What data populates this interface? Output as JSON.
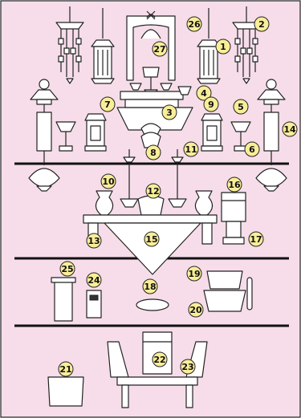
{
  "colors": {
    "background": "#f6dde9",
    "border": "#222222",
    "label_fill": "#f9ee98",
    "tier_line": "#111111"
  },
  "labels": [
    "1",
    "2",
    "3",
    "4",
    "5",
    "6",
    "7",
    "8",
    "9",
    "10",
    "11",
    "12",
    "13",
    "14",
    "15",
    "16",
    "17",
    "18",
    "19",
    "20",
    "21",
    "22",
    "23",
    "24",
    "25",
    "26",
    "27"
  ],
  "items": [
    {
      "id": "hanging-lantern",
      "icon": "hanging-lantern-icon"
    },
    {
      "id": "hanging-ornament",
      "icon": "hanging-ornament-icon"
    },
    {
      "id": "gold-altar-table",
      "icon": "altar-table-icon"
    },
    {
      "id": "rice-offering-cup",
      "icon": "rice-cup-icon"
    },
    {
      "id": "offering-cup-right",
      "icon": "offering-cup-icon"
    },
    {
      "id": "small-stand",
      "icon": "small-stand-icon"
    },
    {
      "id": "tea-cup",
      "icon": "tea-cup-icon"
    },
    {
      "id": "incense-burner-small",
      "icon": "incense-burner-icon"
    },
    {
      "id": "lantern-box",
      "icon": "lantern-box-icon"
    },
    {
      "id": "flower-vase",
      "icon": "flower-vase-icon"
    },
    {
      "id": "candle-stand",
      "icon": "candle-stand-icon"
    },
    {
      "id": "incense-burner",
      "icon": "incense-burner-icon"
    },
    {
      "id": "table-leg-left",
      "icon": "table-leg-icon"
    },
    {
      "id": "standing-lantern",
      "icon": "standing-lantern-icon"
    },
    {
      "id": "altar-cloth",
      "icon": "altar-cloth-icon"
    },
    {
      "id": "memorial-tablet",
      "icon": "memorial-tablet-icon"
    },
    {
      "id": "tablet-stand",
      "icon": "tablet-stand-icon"
    },
    {
      "id": "offering-plate",
      "icon": "offering-plate-icon"
    },
    {
      "id": "bell-cushion",
      "icon": "bell-cushion-icon"
    },
    {
      "id": "bell-stand",
      "icon": "bell-stand-icon"
    },
    {
      "id": "cushion",
      "icon": "cushion-icon"
    },
    {
      "id": "sutra-book",
      "icon": "sutra-book-icon"
    },
    {
      "id": "sutra-desk",
      "icon": "sutra-desk-icon"
    },
    {
      "id": "incense-box",
      "icon": "incense-box-icon"
    },
    {
      "id": "incense-holder",
      "icon": "incense-holder-icon"
    },
    {
      "id": "shrine-canopy",
      "icon": "shrine-canopy-icon"
    },
    {
      "id": "central-offering",
      "icon": "central-offering-icon"
    }
  ]
}
